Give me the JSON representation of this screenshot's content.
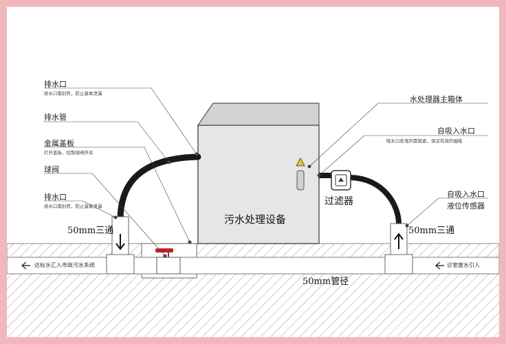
{
  "labels_left": {
    "outlet_top": {
      "title": "排水口",
      "desc": "排水口需封死，防止臭氧泄漏"
    },
    "drain_pipe": {
      "title": "排水管"
    },
    "metal_cover": {
      "title": "金属盖板",
      "desc": "打开盖板，控制球阀开关"
    },
    "ball_valve": {
      "title": "球阀"
    },
    "outlet_bottom": {
      "title": "排水口",
      "desc": "排水口需封死，防止臭氧泄漏"
    }
  },
  "labels_right": {
    "main_box": {
      "title": "水处理器主箱体"
    },
    "intake_top": {
      "title": "自吸入水口",
      "desc": "吸水口处堵剂需锁紧，保证有效的抽吸"
    },
    "intake_bottom": {
      "title": "自吸入水口"
    },
    "level_sensor": {
      "title": "液位传感器"
    }
  },
  "device_name": "污水处理设备",
  "filter": "过滤器",
  "tee_left": "50mm三通",
  "tee_right": "50mm三通",
  "main_pipe": "50mm管径",
  "flow_left": "达标水汇入市政污水系统",
  "flow_right": "诊室废水引入",
  "colors": {
    "background_border": "#f2b7bd",
    "valve_handle": "#c81e2a",
    "hose": "#1a1a1a"
  }
}
